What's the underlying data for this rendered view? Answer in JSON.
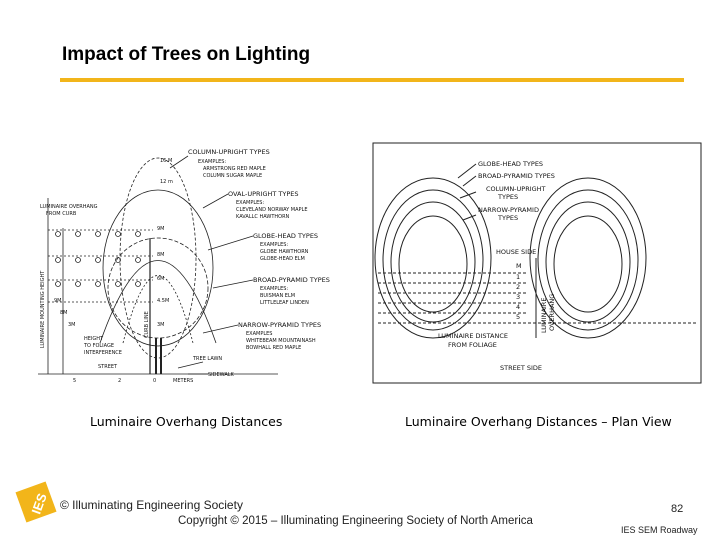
{
  "slide": {
    "title": "Impact of Trees on Lighting"
  },
  "left_figure": {
    "labels": {
      "column_upright": "COLUMN-UPRIGHT TYPES",
      "column_examples": "EXAMPLES:",
      "column_ex1": "ARMSTRONG RED MAPLE",
      "column_ex2": "COLUMN SUGAR MAPLE",
      "oval_upright": "OVAL-UPRIGHT TYPES",
      "oval_examples": "EXAMPLES:",
      "oval_ex1": "CLEVELAND NORWAY MAPLE",
      "oval_ex2": "KAVALLC HAWTHORN",
      "globe_head": "GLOBE-HEAD TYPES",
      "globe_examples": "EXAMPLES:",
      "globe_ex1": "GLOBE HAWTHORN",
      "globe_ex2": "GLOBE-HEAD ELM",
      "broad_pyramid": "BROAD-PYRAMID TYPES",
      "broad_examples": "EXAMPLES:",
      "broad_ex1": "BUISMAN ELM",
      "broad_ex2": "LITTLELEAF LINDEN",
      "narrow_pyramid": "NARROW-PYRAMID TYPES",
      "narrow_examples": "EXAMPLES",
      "narrow_ex1": "WHITEBEAM MOUNTAINASH",
      "narrow_ex2": "BOWHALL RED MAPLE",
      "luminaire_overhang": "LUMINAIRE OVERHANG",
      "from_curb": "FROM CURB",
      "mounting_height": "LUMINAIRE MOUNTING HEIGHT",
      "curb_line": "CURB LINE",
      "height_to_foliage_1": "HEIGHT",
      "height_to_foliage_2": "TO FOLIAGE",
      "height_to_foliage_3": "INTERFERENCE",
      "tree_lawn": "TREE LAWN",
      "sidewalk": "SIDEWALK",
      "street": "STREET",
      "meters": "METERS",
      "h16": "16 M",
      "h12": "12 m",
      "h9": "9M",
      "h8": "8M",
      "h6": "6M",
      "h45": "4.5M",
      "h3": "3M",
      "l9": "9M",
      "l8": "8M",
      "l3": "3M",
      "axis_5": "5",
      "axis_2": "2",
      "axis_0": "0"
    }
  },
  "right_figure": {
    "labels": {
      "globe_head": "GLOBE-HEAD TYPES",
      "broad_pyramid": "BROAD-PYRAMID TYPES",
      "column_upright_1": "COLUMN-UPRIGHT",
      "column_upright_2": "TYPES",
      "narrow_pyramid_1": "NARROW-PYRAMID",
      "narrow_pyramid_2": "TYPES",
      "house_side": "HOUSE SIDE",
      "m": "M",
      "n1": "1",
      "n2": "2",
      "n3": "3",
      "n4": "4",
      "n5": "5",
      "luminaire_distance_1": "LUMINAIRE DISTANCE",
      "luminaire_distance_2": "FROM FOLIAGE",
      "luminaire_overhang_1": "LUMINAIRE",
      "luminaire_overhang_2": "OVERHANG",
      "street_side": "STREET SIDE"
    }
  },
  "captions": {
    "left": "Luminaire Overhang Distances",
    "right": "Luminaire Overhang Distances – Plan View"
  },
  "footer": {
    "logo_text": "IES",
    "org": "© Illuminating Engineering Society",
    "copyright": "Copyright © 2015 – Illuminating Engineering Society of North America",
    "page_number": "82",
    "tag": "IES SEM Roadway"
  },
  "colors": {
    "accent_rule": "#f2b51a",
    "logo": "#f2b51a"
  }
}
